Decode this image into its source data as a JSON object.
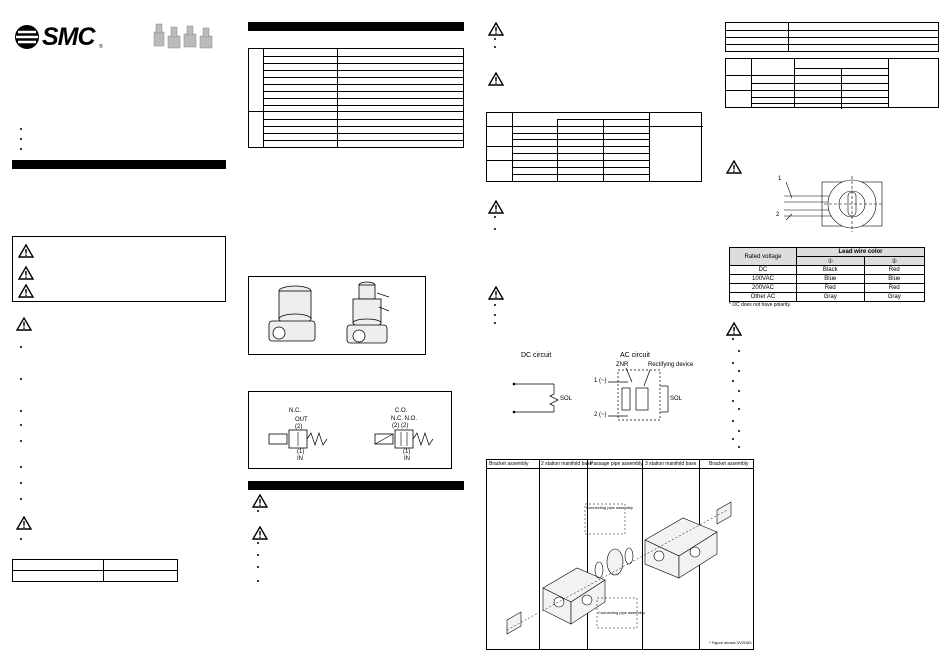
{
  "brand": {
    "logo_text": "SMC",
    "registered": "®"
  },
  "diagrams": {
    "nc_label": "N.C.",
    "nc_out": "OUT",
    "nc_out_port": "(2)",
    "nc_in_port": "(1)",
    "nc_in": "IN",
    "co_label": "C.O.",
    "co_ports": "N.C.  N.O.",
    "co_port_nums": "(2)    (2)",
    "co_in_port": "(1)",
    "co_in": "IN"
  },
  "circuits": {
    "dc_title": "DC circuit",
    "ac_title": "AC circuit",
    "znr": "ZNR",
    "rectifier": "Rectifying device",
    "sol_dc": "SOL",
    "sol_ac": "SOL",
    "ac_term1": "1 (~)",
    "ac_term2": "2 (~)"
  },
  "manifold": {
    "headers": [
      "Bracket assembly",
      "2 station manifold base",
      "Passage pipe assembly",
      "3 station manifold base",
      "Bracket assembly"
    ],
    "connecting_label_top": "Connecting pipe assembly",
    "connecting_label_bottom": "Connecting pipe assembly",
    "figure_note": "* Figure shows VV2D63."
  },
  "wire_drawing": {
    "label_1": "1",
    "label_2": "2"
  },
  "lead_wire_table": {
    "col_rated": "Rated voltage",
    "col_color": "Lead wire color",
    "sub_1": "①",
    "sub_2": "②",
    "rows": [
      [
        "DC",
        "Black",
        "Red"
      ],
      [
        "100VAC",
        "Blue",
        "Blue"
      ],
      [
        "200VAC",
        "Red",
        "Red"
      ],
      [
        "Other AC",
        "Gray",
        "Gray"
      ]
    ],
    "note": "* DC does not have polarity."
  }
}
